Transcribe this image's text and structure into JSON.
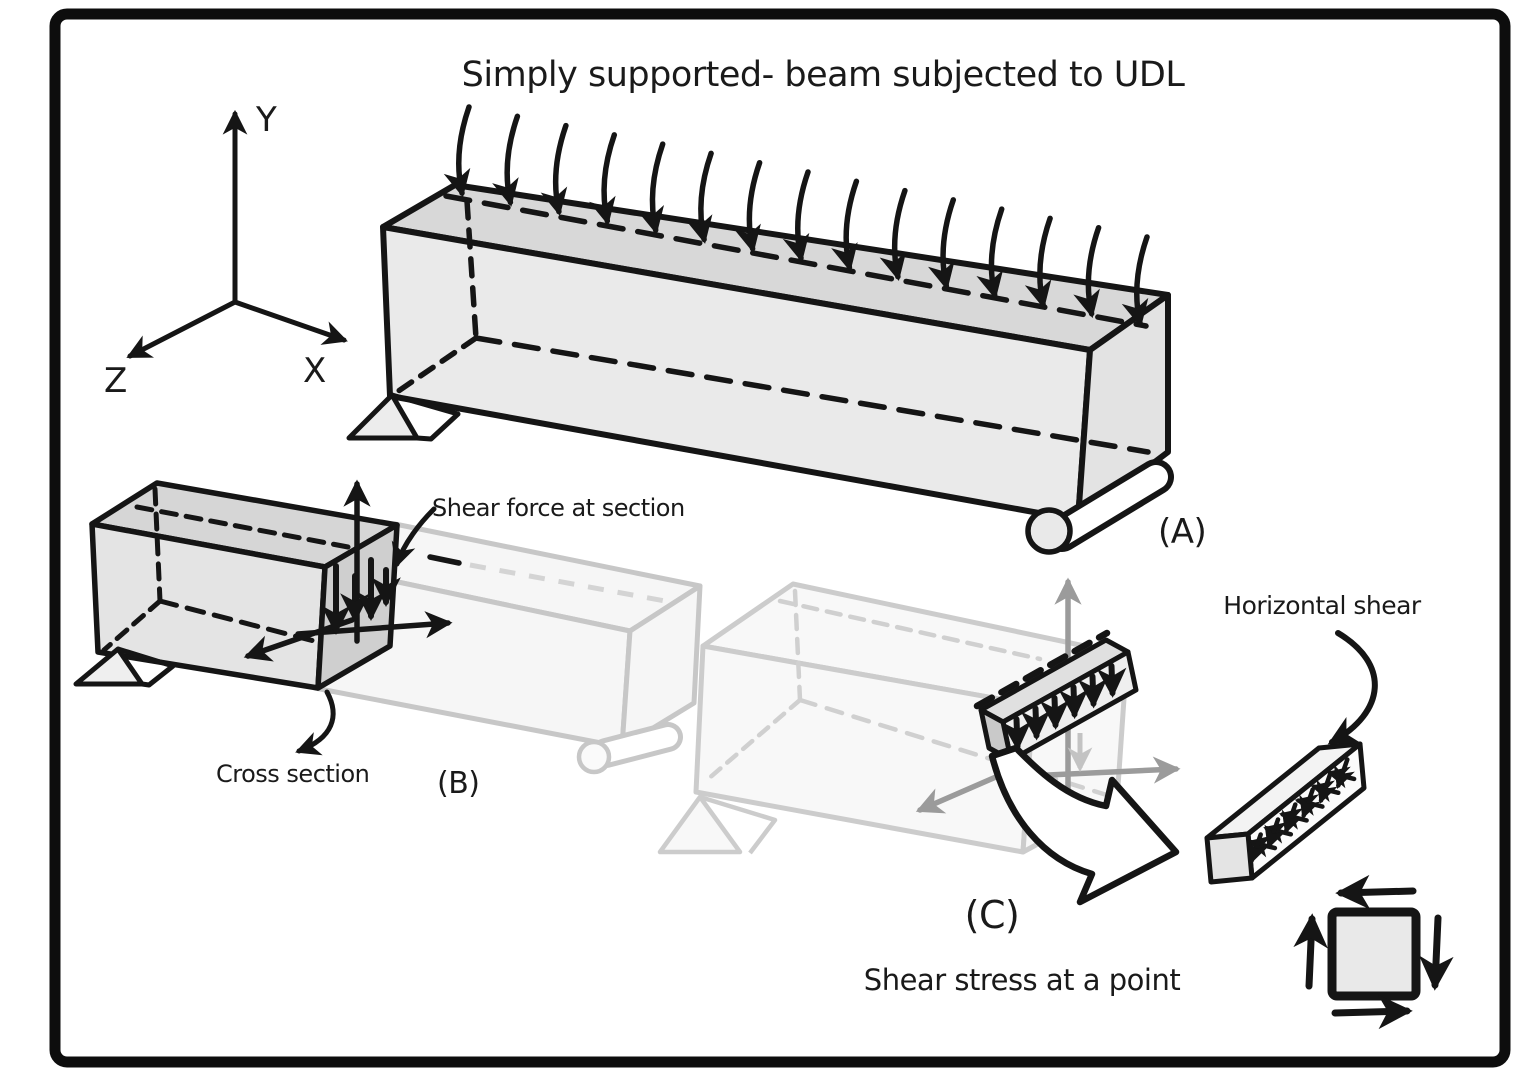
{
  "title": "Simply supported- beam subjected to UDL",
  "axes": {
    "x_label": "X",
    "y_label": "Y",
    "z_label": "Z"
  },
  "beam_a": {
    "label": "(A)",
    "load_type": "UDL",
    "udl_arrow_count": 15,
    "support_left": "pin",
    "support_right": "roller"
  },
  "beam_b": {
    "label": "(B)",
    "shear_force_label": "Shear force at section",
    "cross_section_label": "Cross section",
    "section_arrow_count": 4
  },
  "beam_c": {
    "label": "(C)",
    "caption": "Shear stress at a point",
    "horizontal_shear_label": "Horizontal shear",
    "strip_arrow_count": 6,
    "bar_top_arrow_count": 6,
    "bar_side_arrow_count": 6
  },
  "colors": {
    "ink": "#151515",
    "beam_top": "#d8d8d8",
    "beam_front": "#eaeaea",
    "cut_face": "#cfcfcf",
    "ghost": "#c7c7c7",
    "gray_axis": "#9b9b9b",
    "light_arrow": "#c3c3c3"
  }
}
